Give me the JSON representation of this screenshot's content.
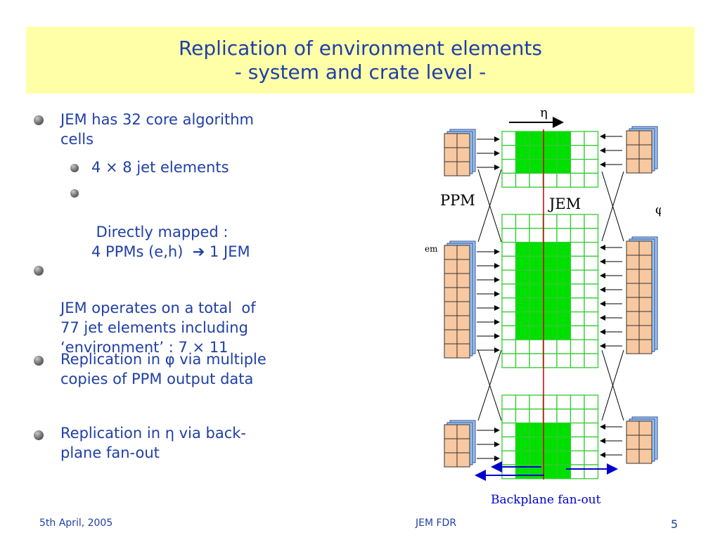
{
  "title": {
    "line1": "Replication of environment elements",
    "line2": "- system and crate level -"
  },
  "bullets": [
    {
      "level": 1,
      "lines": [
        "JEM has 32 core algorithm",
        "cells"
      ]
    },
    {
      "level": 2,
      "lines": [
        "4 × 8 jet elements"
      ]
    },
    {
      "level": 2,
      "lines": [
        " Directly mapped :",
        "4 PPMs (e,h)  ➔ 1 JEM"
      ]
    },
    {
      "level": 1,
      "lines": [
        "JEM operates on a total  of",
        "77 jet elements including",
        "‘environment’ : 7 × 11"
      ]
    },
    {
      "level": 1,
      "lines": [
        "Replication in φ via multiple",
        "copies of PPM output data"
      ]
    },
    {
      "level": 1,
      "lines": [
        "Replication in η via back-",
        "plane fan-out"
      ]
    }
  ],
  "diagram": {
    "eta_label": "η",
    "phi_label": "φ",
    "ppm_label": "PPM",
    "jem_label": "JEM",
    "em_label": "em",
    "backplane_label": "Backplane fan-out",
    "colors": {
      "core": "#00e000",
      "grid": "#33cc33",
      "ppm_front": "#f8c8a0",
      "ppm_back": "#9dc3ee",
      "divider": "#cc0000",
      "fanout": "#0000cc"
    }
  },
  "footer": {
    "date": "5th April, 2005",
    "center": "JEM FDR",
    "page": "5"
  }
}
